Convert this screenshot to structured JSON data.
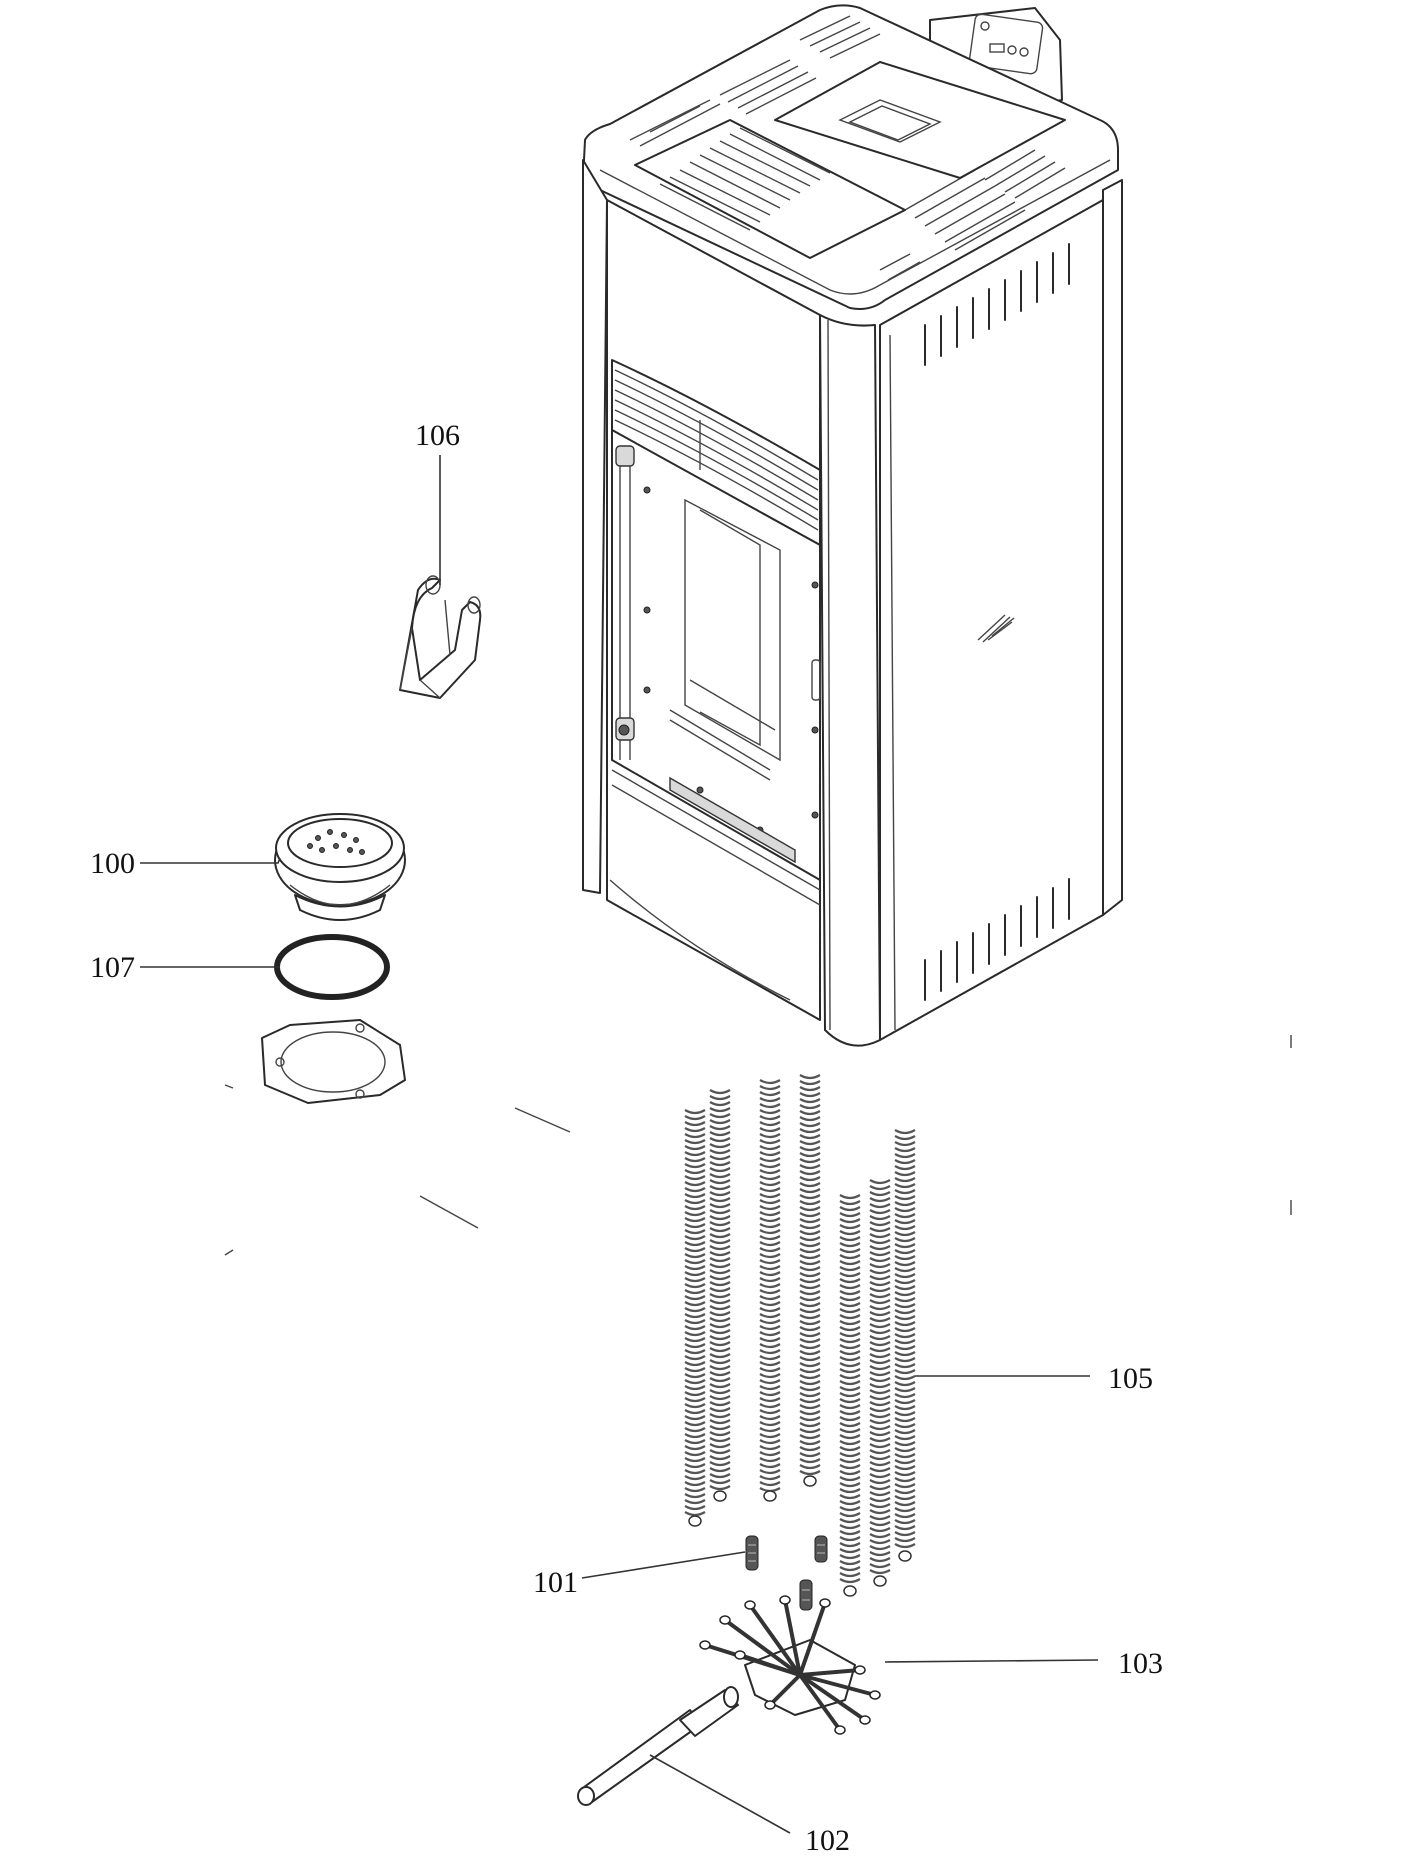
{
  "labels": {
    "p100": "100",
    "p101": "101",
    "p102": "102",
    "p103": "103",
    "p105": "105",
    "p106": "106",
    "p107": "107"
  },
  "colors": {
    "line": "#2a2a2a",
    "background": "#ffffff"
  }
}
